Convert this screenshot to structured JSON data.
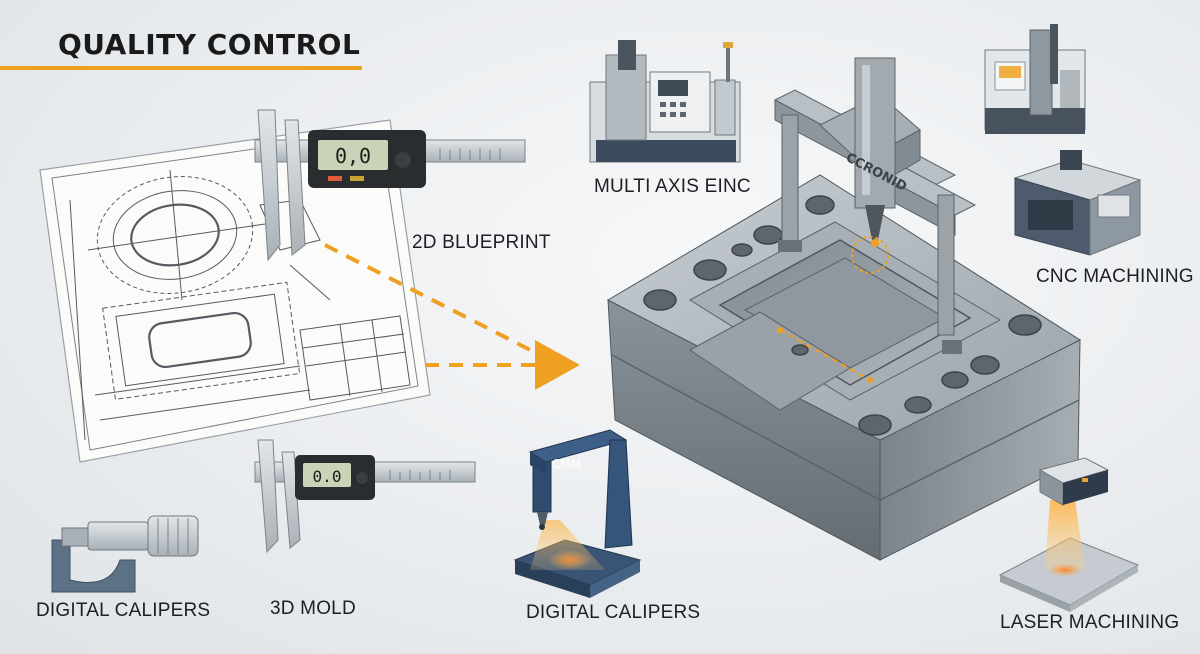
{
  "header": {
    "title": "QUALITY CONTROL",
    "accent": "#f0a020"
  },
  "labels": {
    "blueprint": "2D BLUEPRINT",
    "multi_axis": "MULTI AXIS EINC",
    "cnc": "CNC MACHINING",
    "laser": "LASER MACHINING",
    "calipers_left": "DIGITAL CALIPERS",
    "mold": "3D MOLD",
    "calipers_center": "DIGITAL CALIPERS"
  },
  "devices": {
    "caliper_top_reading": "0,0",
    "caliper_bottom_reading": "0.0",
    "cmm_label": "CMM",
    "cmm_bridge_label": "CCRONID"
  },
  "colors": {
    "steel": "#8d969e",
    "steel_dark": "#5f676e",
    "steel_light": "#c3c9ce",
    "arrow": "#f0a020",
    "cmm_blue": "#2f4b6e"
  }
}
